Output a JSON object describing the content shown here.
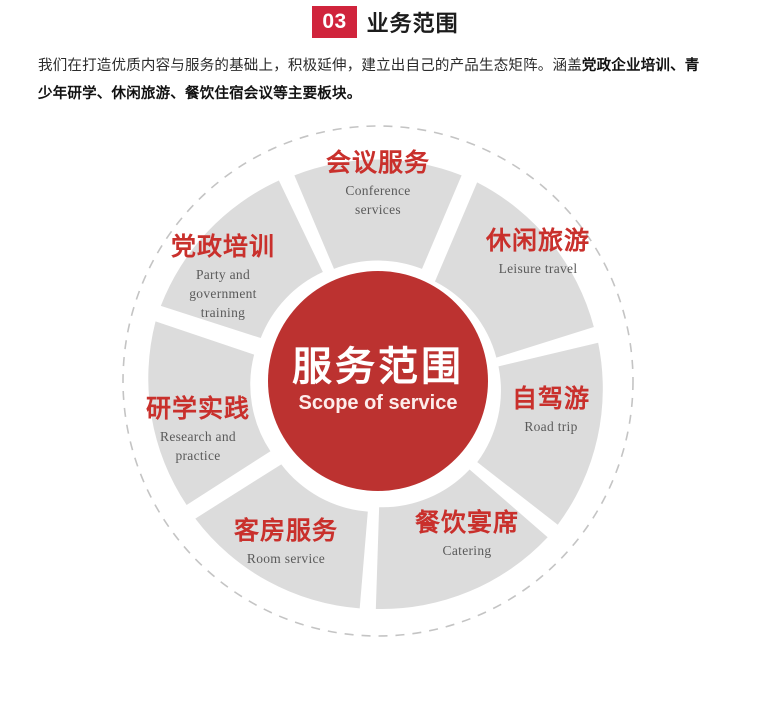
{
  "header": {
    "badge": "03",
    "title": "业务范围"
  },
  "intro": {
    "line1_normal": "我们在打造优质内容与服务的基础上，积极延伸，建立出自己的产品生态矩阵。涵盖",
    "line1_bold": "党政企业培训、青",
    "line2_bold": "少年研学、休闲旅游、餐饮住宿会议等主要板块。"
  },
  "diagram": {
    "hub": {
      "title_cn": "服务范围",
      "title_en": "Scope of service"
    },
    "segments": [
      {
        "id": "conference",
        "cn": "会议服务",
        "en": "Conference\nservices"
      },
      {
        "id": "leisure",
        "cn": "休闲旅游",
        "en": "Leisure travel"
      },
      {
        "id": "roadtrip",
        "cn": "自驾游",
        "en": "Road trip"
      },
      {
        "id": "catering",
        "cn": "餐饮宴席",
        "en": "Catering"
      },
      {
        "id": "room",
        "cn": "客房服务",
        "en": "Room service"
      },
      {
        "id": "research",
        "cn": "研学实践",
        "en": "Research and\npractice"
      },
      {
        "id": "party",
        "cn": "党政培训",
        "en": "Party and\ngovernment\ntraining"
      }
    ]
  },
  "chart_data": {
    "type": "pie",
    "title": "服务范围 / Scope of service",
    "subtitle": "业务范围",
    "categories": [
      "会议服务 Conference services",
      "休闲旅游 Leisure travel",
      "自驾游 Road trip",
      "餐饮宴席 Catering",
      "客房服务 Room service",
      "研学实践 Research and practice",
      "党政培训 Party and government training"
    ],
    "values": [
      1,
      1,
      1,
      1,
      1,
      1,
      1
    ],
    "series": [
      {
        "name": "Scope of service",
        "values": [
          1,
          1,
          1,
          1,
          1,
          1,
          1
        ]
      }
    ],
    "legend_position": "none",
    "grid": false,
    "notes": "Seven equal donut segments of 51.43 degrees each arranged around a red central hub; outer dashed guide circle."
  },
  "colors": {
    "badge_red": "#D0243C",
    "hub_red": "#BC3230",
    "segment_gray": "#DCDCDC",
    "label_red": "#C9302C",
    "label_gray": "#5a5a5a",
    "dashed_ring": "#C4C4C4",
    "background": "#FFFFFF"
  }
}
